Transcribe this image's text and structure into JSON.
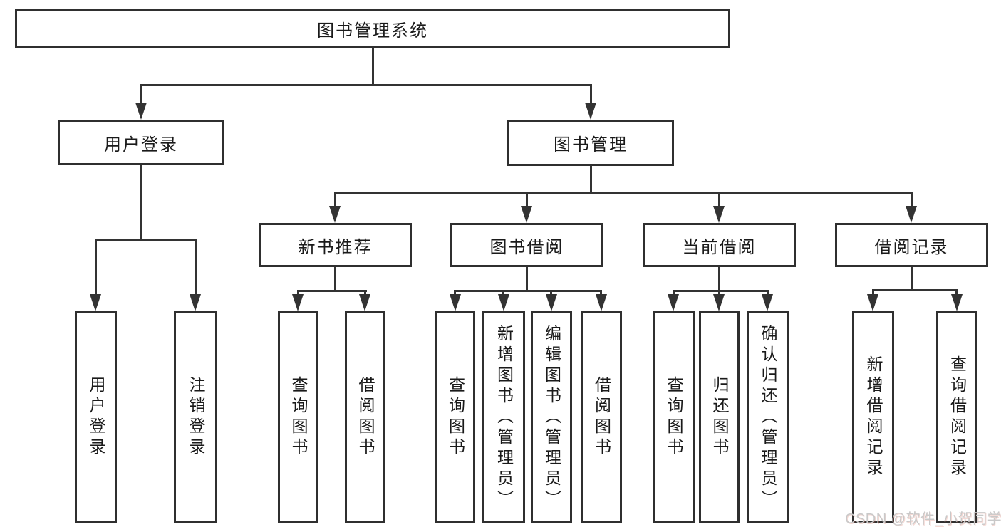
{
  "diagram": {
    "root": {
      "label": "图书管理系统"
    },
    "branches": [
      {
        "label": "用户登录",
        "children": [
          {
            "label": "用户登录"
          },
          {
            "label": "注销登录"
          }
        ]
      },
      {
        "label": "图书管理",
        "children": [
          {
            "label": "新书推荐",
            "children": [
              {
                "label": "查询图书"
              },
              {
                "label": "借阅图书"
              }
            ]
          },
          {
            "label": "图书借阅",
            "children": [
              {
                "label": "查询图书"
              },
              {
                "label": "新增图书（管理员）"
              },
              {
                "label": "编辑图书（管理员）"
              },
              {
                "label": "借阅图书"
              }
            ]
          },
          {
            "label": "当前借阅",
            "children": [
              {
                "label": "查询图书"
              },
              {
                "label": "归还图书"
              },
              {
                "label": "确认归还（管理员）"
              }
            ]
          },
          {
            "label": "借阅记录",
            "children": [
              {
                "label": "新增借阅记录"
              },
              {
                "label": "查询借阅记录"
              }
            ]
          }
        ]
      }
    ]
  },
  "watermark": {
    "text": "CSDN @软件_小贺同学"
  },
  "colors": {
    "line": "#333333",
    "box_border": "#2f2f2f",
    "text": "#1a1a1a",
    "background": "#ffffff",
    "watermark": "#c9c9c9"
  }
}
